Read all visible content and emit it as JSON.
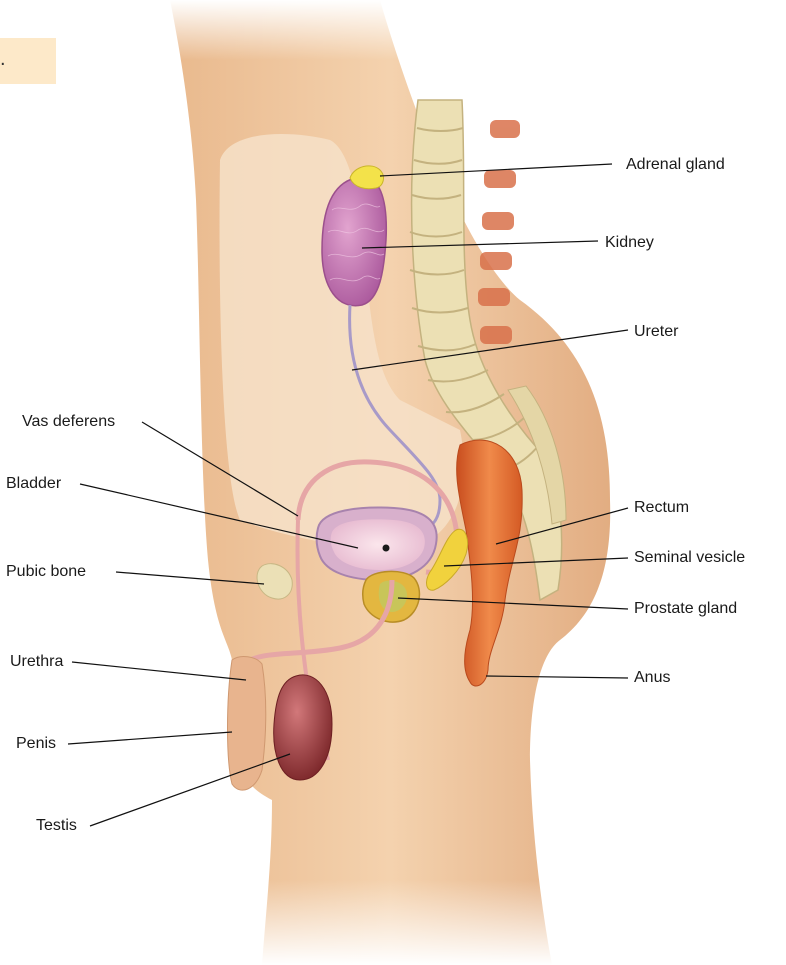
{
  "corner_tab": {
    "text": "."
  },
  "labels": {
    "adrenal_gland": "Adrenal gland",
    "kidney": "Kidney",
    "ureter": "Ureter",
    "vas_deferens": "Vas deferens",
    "bladder": "Bladder",
    "rectum": "Rectum",
    "seminal_vesicle": "Seminal vesicle",
    "pubic_bone": "Pubic bone",
    "prostate_gland": "Prostate gland",
    "urethra": "Urethra",
    "anus": "Anus",
    "penis": "Penis",
    "testis": "Testis"
  },
  "colors": {
    "skin": "#f1c8a0",
    "skin_shadow": "#d9a47c",
    "abdominal_cavity": "#f7e2cc",
    "kidney": "#c87bb0",
    "adrenal": "#f3e24a",
    "spine": "#ece0b4",
    "vertebra_shadow": "#c9b98a",
    "rib_slices": "#d9714b",
    "rectum": "#e2652d",
    "bladder": "#e7bfd2",
    "bladder_rim": "#b98ab3",
    "prostate": "#d6a83a",
    "seminal_vesicle": "#f1d23d",
    "pubic_bone": "#ebe0b6",
    "urethra_vas": "#e6a6a6",
    "testis": "#9c3a3a",
    "ureter": "#a89ac8",
    "leader_line": "#111111"
  }
}
